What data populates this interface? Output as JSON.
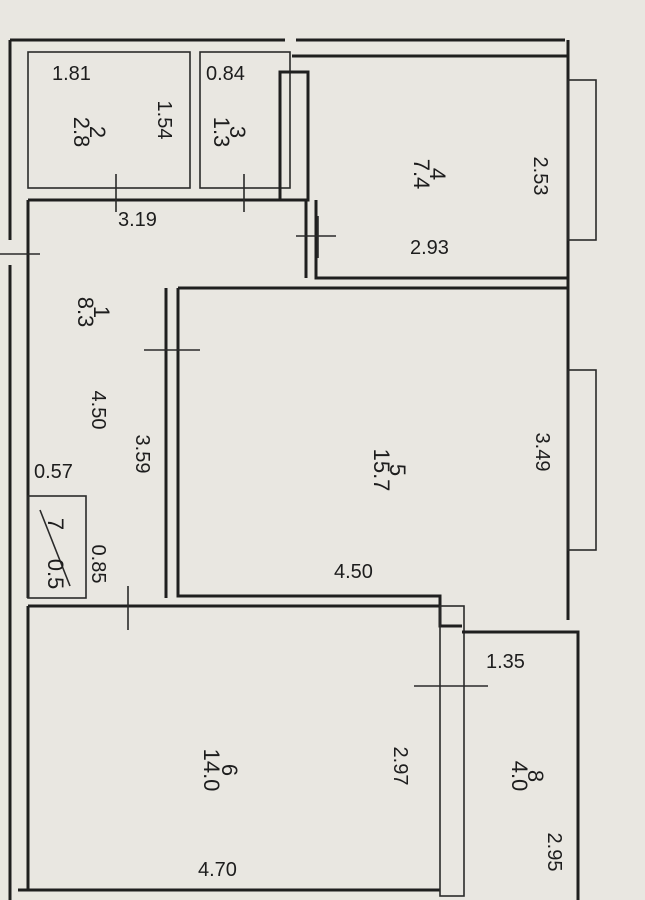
{
  "plan": {
    "rooms": [
      {
        "number": "1",
        "area": "8.3"
      },
      {
        "number": "2",
        "area": "2.8"
      },
      {
        "number": "3",
        "area": "1.3"
      },
      {
        "number": "4",
        "area": "7.4"
      },
      {
        "number": "5",
        "area": "15.7"
      },
      {
        "number": "6",
        "area": "14.0"
      },
      {
        "number": "7",
        "area": "0.5"
      },
      {
        "number": "8",
        "area": "4.0"
      }
    ],
    "dimensions": {
      "room2_width": "1.81",
      "room2_depth": "1.54",
      "room3_width": "0.84",
      "room4_depth": "2.53",
      "room4_width": "2.93",
      "hall_width": "3.19",
      "room1_length": "4.50",
      "room1_inner": "3.59",
      "room7_width": "0.57",
      "room7_depth": "0.85",
      "room5_depth": "3.49",
      "room5_width": "4.50",
      "room8_width": "1.35",
      "room6_depth": "2.97",
      "room6_width": "4.70",
      "room8_depth": "2.95"
    }
  }
}
